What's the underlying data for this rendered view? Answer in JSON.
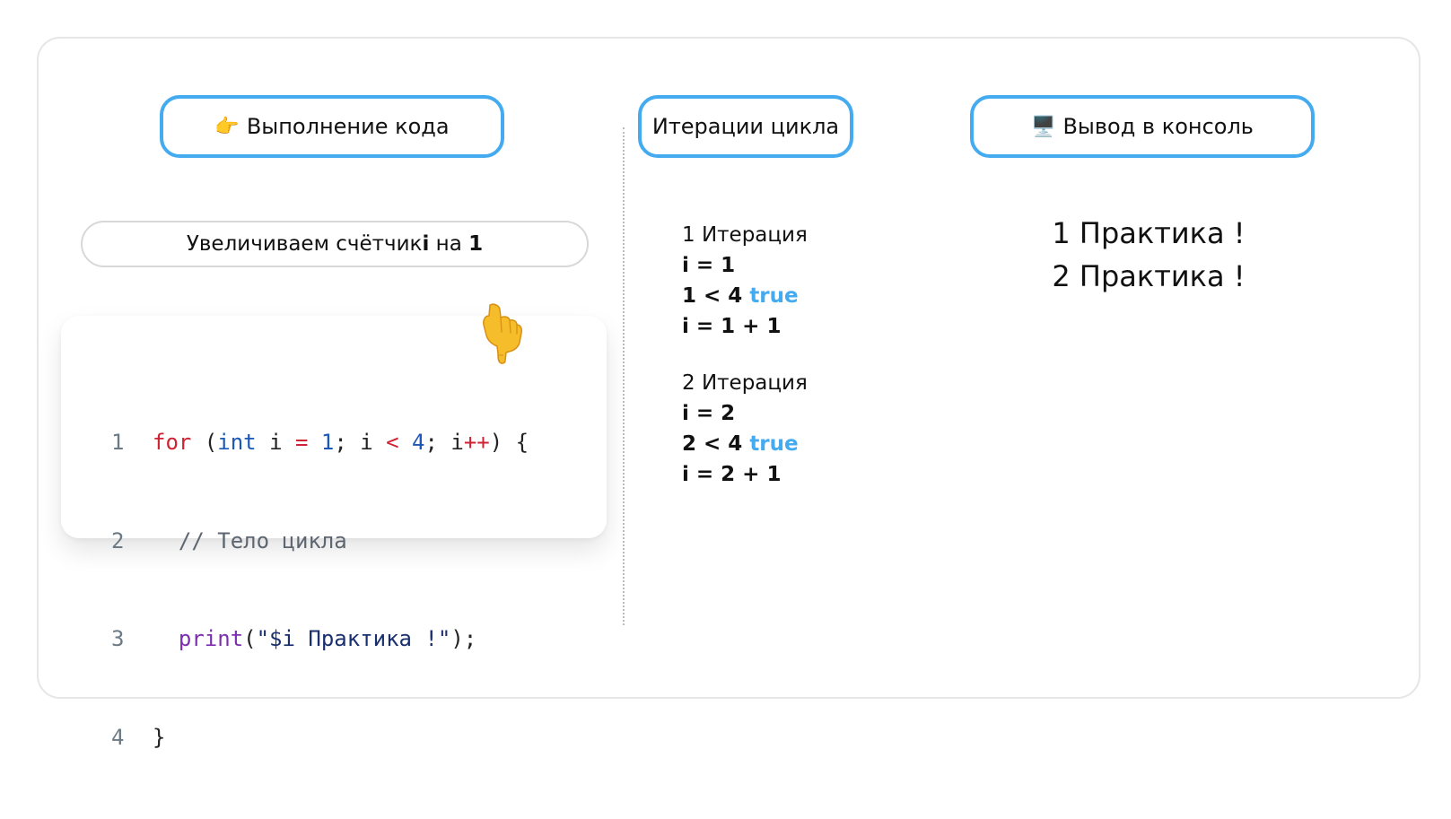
{
  "headers": {
    "execution": {
      "emoji": "👉",
      "label": "Выполнение кода"
    },
    "iterations": {
      "label": "Итерации цикла"
    },
    "console": {
      "emoji": "🖥️",
      "label": "Вывод в консоль"
    }
  },
  "step": {
    "prefix": "Увеличиваем счётчик ",
    "var": "i",
    "middle": " на ",
    "amount": "1"
  },
  "code": {
    "line_numbers": [
      "1",
      "2",
      "3",
      "4"
    ],
    "line1": {
      "kw_for": "for",
      "paren_open": " (",
      "type_int": "int",
      "var_decl": " i ",
      "assign": "=",
      "space1": " ",
      "start": "1",
      "sep1": "; i ",
      "lt": "<",
      "space2": " ",
      "limit": "4",
      "sep2": "; i",
      "incr": "++",
      "close": ") {"
    },
    "line2": {
      "comment": "  // Тело цикла"
    },
    "line3": {
      "indent": "  ",
      "fn": "print",
      "open": "(",
      "string": "\"$i Практика !\"",
      "close": ");"
    },
    "line4": {
      "brace": "}"
    }
  },
  "iterations": [
    {
      "title": "1 Итерация",
      "assign": "i = 1",
      "condition": "1 < 4",
      "result": "true",
      "update": "i = 1 + 1"
    },
    {
      "title": "2 Итерация",
      "assign": "i = 2",
      "condition": "2 < 4",
      "result": "true",
      "update": "i = 2 + 1"
    }
  ],
  "console_output": [
    "1 Практика !",
    "2 Практика !"
  ],
  "colors": {
    "accent": "#45abf0",
    "keyword": "#cf2233",
    "type": "#1b57b8",
    "function": "#7b2fb0"
  },
  "icons": {
    "execution": "pointing-right-icon",
    "console": "desktop-computer-icon",
    "pointer": "pointing-down-hand-icon"
  }
}
